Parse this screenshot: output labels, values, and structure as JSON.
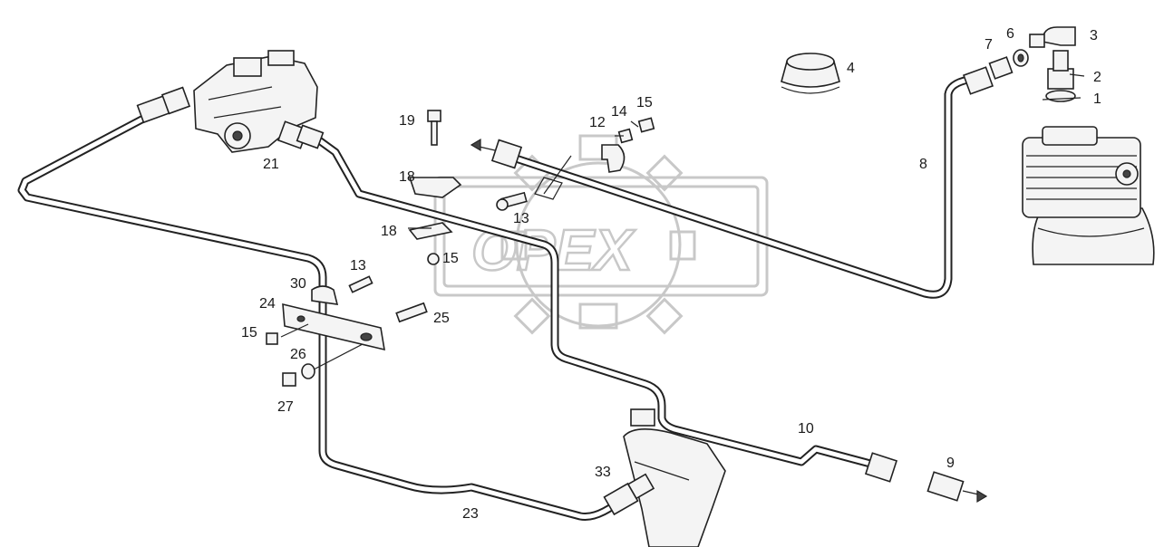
{
  "watermark": {
    "brand": "OPEX",
    "color": "#c8c8c8"
  },
  "labels": [
    {
      "id": "1",
      "text": "1"
    },
    {
      "id": "2",
      "text": "2"
    },
    {
      "id": "3",
      "text": "3"
    },
    {
      "id": "4",
      "text": "4"
    },
    {
      "id": "6",
      "text": "6"
    },
    {
      "id": "7",
      "text": "7"
    },
    {
      "id": "8",
      "text": "8"
    },
    {
      "id": "9",
      "text": "9"
    },
    {
      "id": "10",
      "text": "10"
    },
    {
      "id": "12",
      "text": "12"
    },
    {
      "id": "13a",
      "text": "13"
    },
    {
      "id": "13b",
      "text": "13"
    },
    {
      "id": "14",
      "text": "14"
    },
    {
      "id": "15a",
      "text": "15"
    },
    {
      "id": "15b",
      "text": "15"
    },
    {
      "id": "15c",
      "text": "15"
    },
    {
      "id": "18a",
      "text": "18"
    },
    {
      "id": "18b",
      "text": "18"
    },
    {
      "id": "19",
      "text": "19"
    },
    {
      "id": "21",
      "text": "21"
    },
    {
      "id": "23",
      "text": "23"
    },
    {
      "id": "24",
      "text": "24"
    },
    {
      "id": "25",
      "text": "25"
    },
    {
      "id": "26",
      "text": "26"
    },
    {
      "id": "27",
      "text": "27"
    },
    {
      "id": "30",
      "text": "30"
    },
    {
      "id": "33",
      "text": "33"
    }
  ]
}
